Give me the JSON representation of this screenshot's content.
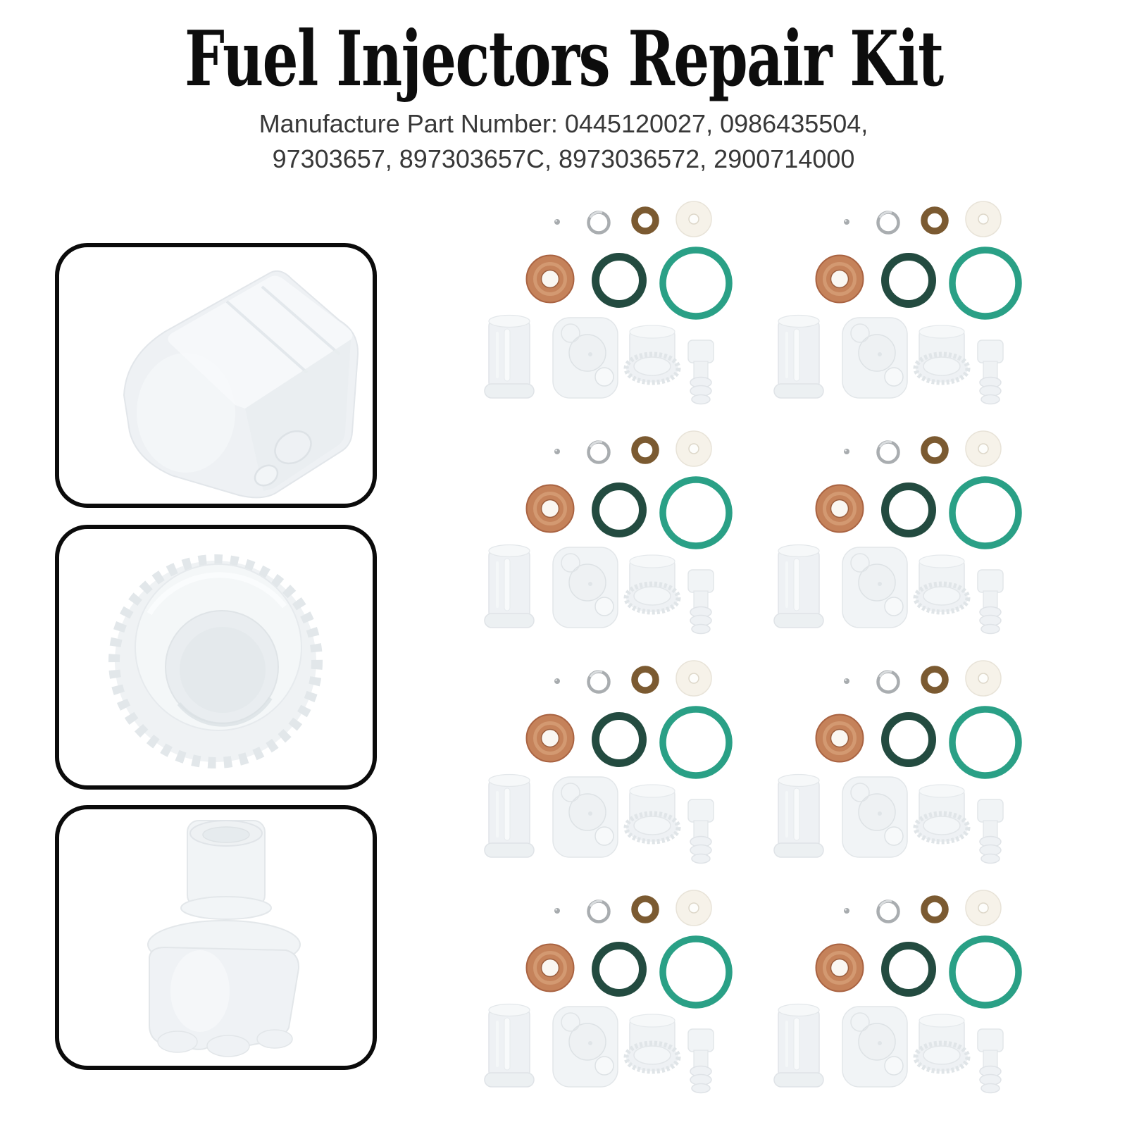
{
  "header": {
    "title": "Fuel Injectors Repair Kit",
    "subtitle_lines": [
      "Manufacture Part Number: 0445120027, 0986435504,",
      "97303657, 897303657C, 8973036572, 2900714000"
    ],
    "part_numbers": [
      "0445120027",
      "0986435504",
      "97303657",
      "897303657C",
      "8973036572",
      "2900714000"
    ],
    "title_color": "#0d0d0d",
    "subtitle_color": "#383838"
  },
  "gallery": {
    "border_color": "#0b0b0b",
    "items": [
      "square-cap-closeup",
      "gear-cap-closeup",
      "connector-cap-closeup"
    ]
  },
  "kit": {
    "group_count": 8,
    "layout": {
      "rows": 4,
      "columns": 2
    },
    "parts": {
      "steel_ball": {
        "color": "#a7abae"
      },
      "silver_oring": {
        "color": "#a9adb0"
      },
      "brown_oring": {
        "color": "#7b5a31"
      },
      "nylon_washer": {
        "color": "#f6f2e9",
        "hole_color": "#fdfdfb"
      },
      "copper_washer": {
        "color": "#c5825a",
        "edge_color": "#a96342",
        "hole_color": "#faf7f2"
      },
      "dark_green_oring": {
        "color": "#234b40"
      },
      "green_oring": {
        "color": "#2aa086"
      },
      "plastic": {
        "color": "#f0f3f5",
        "edge_color": "#e2e6e9",
        "names": [
          "filter-cylinder",
          "square-cap",
          "gear-cap",
          "connector-cap"
        ]
      }
    }
  },
  "page": {
    "background": "#ffffff"
  }
}
